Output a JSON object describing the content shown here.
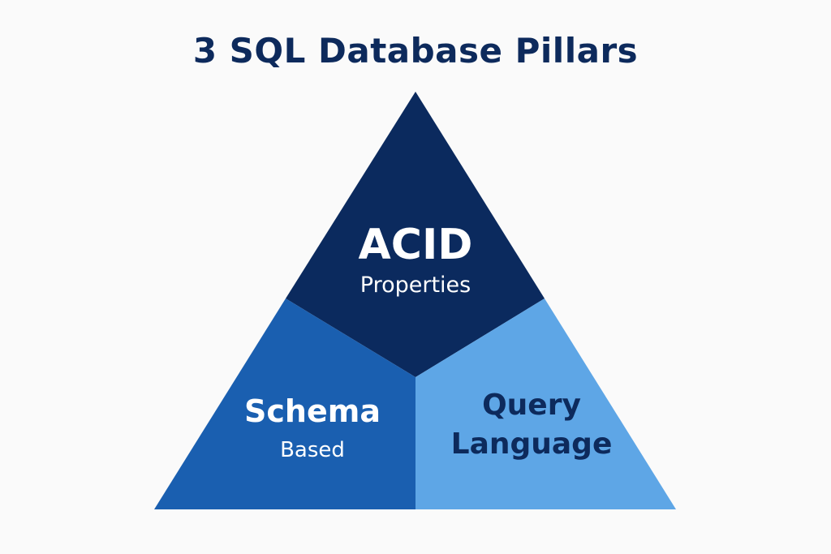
{
  "title": "3 SQL Database Pillars",
  "pillars": [
    {
      "name": "acid",
      "line1": "ACID",
      "line2": "Properties",
      "color": "#0b2a5e",
      "text_color": "#ffffff"
    },
    {
      "name": "schema",
      "line1": "Schema",
      "line2": "Based",
      "color": "#1a5fb0",
      "text_color": "#ffffff"
    },
    {
      "name": "query",
      "line1": "Query",
      "line2": "Language",
      "color": "#5ea6e6",
      "text_color": "#0d2a5c"
    }
  ]
}
